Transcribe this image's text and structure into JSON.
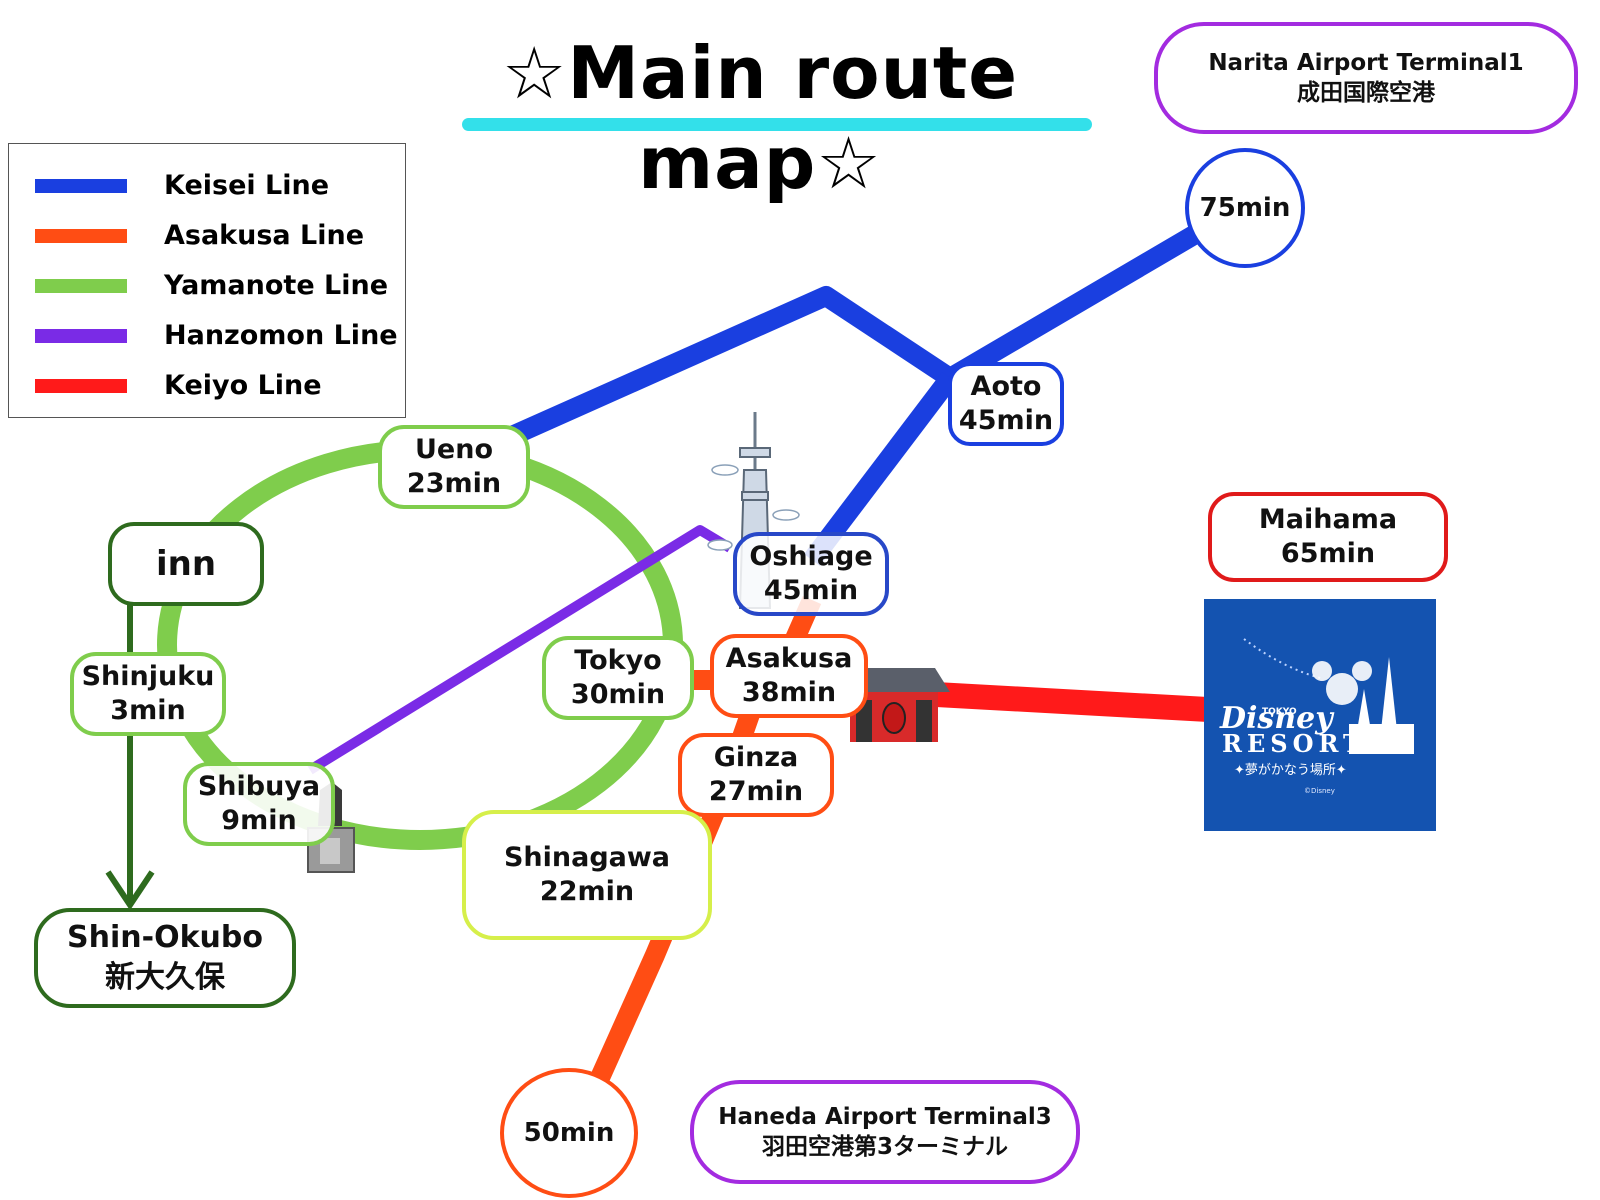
{
  "title": "☆Main route map☆",
  "colors": {
    "keisei": "#1a3fe0",
    "asakusa": "#ff4d14",
    "yamanote": "#7fcd4c",
    "hanzomon": "#7a2be6",
    "keiyo": "#ff1a1a",
    "shin_okubo_route": "#2e6b1e",
    "airport_border": "#a32be0",
    "title_underline": "#33e0ea",
    "disney_bg": "#1453b0"
  },
  "legend": [
    {
      "label": "Keisei Line",
      "color": "#1a3fe0"
    },
    {
      "label": "Asakusa Line",
      "color": "#ff4d14"
    },
    {
      "label": "Yamanote Line",
      "color": "#7fcd4c"
    },
    {
      "label": "Hanzomon Line",
      "color": "#7a2be6"
    },
    {
      "label": "Keiyo Line",
      "color": "#ff1a1a"
    }
  ],
  "airports": {
    "narita": {
      "en": "Narita Airport Terminal1",
      "ja": "成田国際空港"
    },
    "haneda": {
      "en": "Haneda Airport Terminal3",
      "ja": "羽田空港第3ターミナル"
    }
  },
  "stations": {
    "ueno": {
      "name": "Ueno",
      "time": "23min"
    },
    "aoto": {
      "name": "Aoto",
      "time": "45min"
    },
    "oshiage": {
      "name": "Oshiage",
      "time": "45min"
    },
    "asakusa": {
      "name": "Asakusa",
      "time": "38min"
    },
    "tokyo": {
      "name": "Tokyo",
      "time": "30min"
    },
    "ginza": {
      "name": "Ginza",
      "time": "27min"
    },
    "shinagawa": {
      "name": "Shinagawa",
      "time": "22min"
    },
    "shibuya": {
      "name": "Shibuya",
      "time": "9min"
    },
    "shinjuku": {
      "name": "Shinjuku",
      "time": "3min"
    },
    "inn": {
      "name": "inn"
    },
    "shin_okubo": {
      "name": "Shin-Okubo",
      "name_ja": "新大久保"
    },
    "maihama": {
      "name": "Maihama",
      "time": "65min"
    }
  },
  "terminal_times": {
    "narita": "75min",
    "haneda": "50min"
  },
  "disney_logo": {
    "tokyo": "TOKYO",
    "disney": "Disney",
    "resort": "RESORT",
    "tagline": "✦夢がかなう場所✦",
    "copyright": "©Disney"
  }
}
